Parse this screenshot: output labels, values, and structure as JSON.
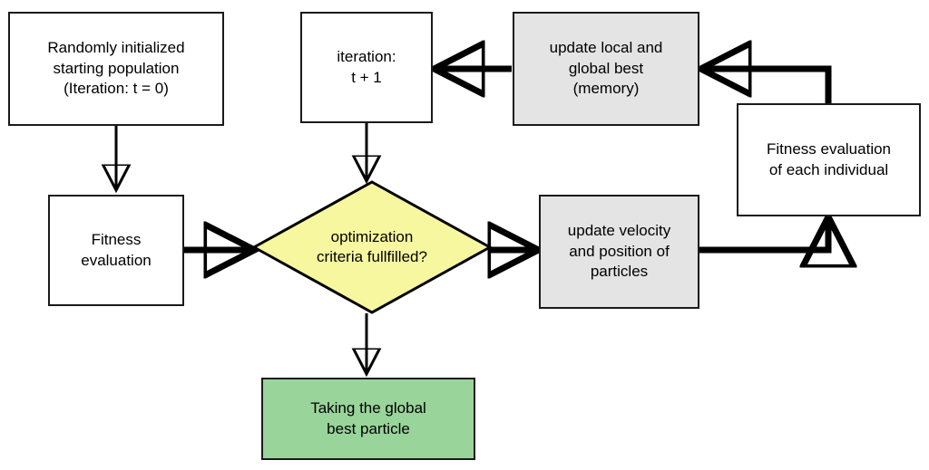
{
  "diagram": {
    "title": "Particle Swarm Optimization flowchart",
    "colors": {
      "white_fill": "#ffffff",
      "gray_fill": "#e4e4e4",
      "green_fill": "#99d49a",
      "yellow_fill": "#f7f7a0",
      "stroke": "#000000"
    },
    "nodes": {
      "start": {
        "label": "Randomly initialized\nstarting population\n(Iteration: t = 0)"
      },
      "iteration": {
        "label": "iteration:\nt + 1"
      },
      "update_memory": {
        "label": "update local and\nglobal best\n(memory)"
      },
      "fitness_each": {
        "label": "Fitness evaluation\nof each individual"
      },
      "fitness_eval": {
        "label": "Fitness\nevaluation"
      },
      "decision": {
        "label": "optimization\ncriteria fullfilled?"
      },
      "update_velocity": {
        "label": "update velocity\nand position of\nparticles"
      },
      "result": {
        "label": "Taking the global\nbest particle"
      }
    },
    "edges": [
      {
        "name": "start-to-fitness-eval",
        "from": "start",
        "to": "fitness_eval"
      },
      {
        "name": "fitness-eval-to-decision",
        "from": "fitness_eval",
        "to": "decision"
      },
      {
        "name": "decision-to-result",
        "from": "decision",
        "to": "result"
      },
      {
        "name": "decision-to-update-velocity",
        "from": "decision",
        "to": "update_velocity"
      },
      {
        "name": "update-velocity-to-fitness-each",
        "from": "update_velocity",
        "to": "fitness_each"
      },
      {
        "name": "fitness-each-to-update-memory",
        "from": "fitness_each",
        "to": "update_memory"
      },
      {
        "name": "update-memory-to-iteration",
        "from": "update_memory",
        "to": "iteration"
      },
      {
        "name": "iteration-to-decision",
        "from": "iteration",
        "to": "decision"
      }
    ]
  }
}
